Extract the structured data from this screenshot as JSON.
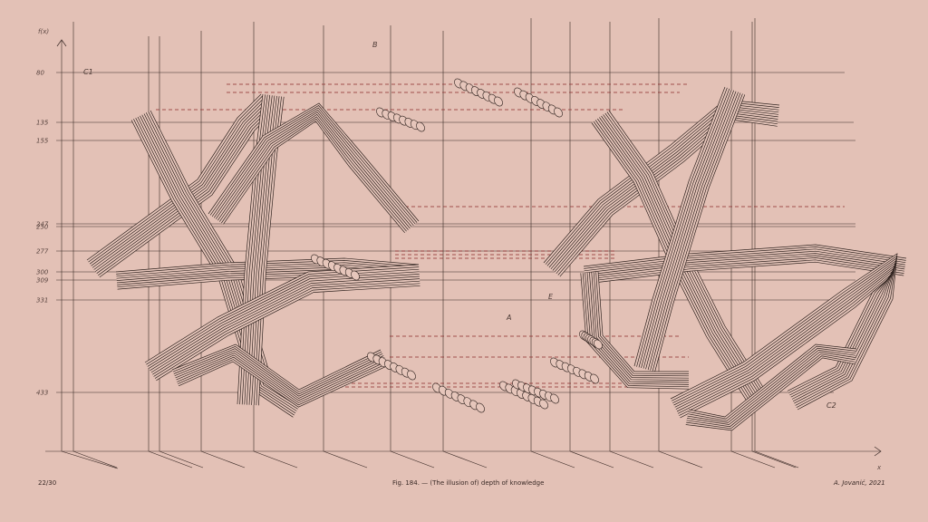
{
  "axis": {
    "y_label": "f(x)",
    "x_label": "x",
    "ticks": [
      "80",
      "135",
      "155",
      "247",
      "250",
      "277",
      "300",
      "309",
      "331",
      "433"
    ]
  },
  "labels": {
    "c1": "C1",
    "c2": "C2",
    "a": "A",
    "b": "B",
    "e": "E"
  },
  "footer": {
    "page": "22/30",
    "caption": "Fig. 184. — (The illusion of) depth of knowledge",
    "author": "A. Jovanić, 2021"
  },
  "colors": {
    "background": "#e3c1b6",
    "ink": "#2e211d",
    "dash": "#8a2a2a"
  }
}
